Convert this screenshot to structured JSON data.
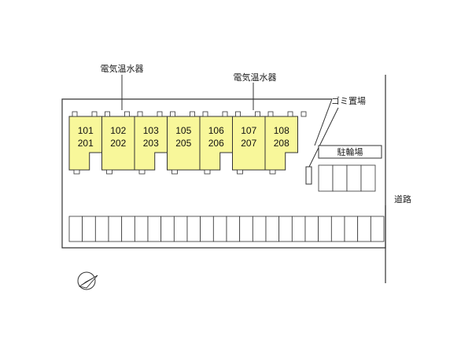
{
  "labels": {
    "water_heater_left": "電気温水器",
    "water_heater_right": "電気温水器",
    "garbage_area": "ゴミ置場",
    "bicycle_parking": "駐輪場",
    "road": "道路"
  },
  "units": [
    {
      "top": "101",
      "bottom": "201"
    },
    {
      "top": "102",
      "bottom": "202"
    },
    {
      "top": "103",
      "bottom": "203"
    },
    {
      "top": "105",
      "bottom": "205"
    },
    {
      "top": "106",
      "bottom": "206"
    },
    {
      "top": "107",
      "bottom": "207"
    },
    {
      "top": "108",
      "bottom": "208"
    }
  ],
  "parking_spaces": 24,
  "bicycle_bays": 4,
  "colors": {
    "unit_fill": "#f8f79a",
    "line": "#333333"
  },
  "icons": {
    "compass": "north-arrow-icon"
  }
}
